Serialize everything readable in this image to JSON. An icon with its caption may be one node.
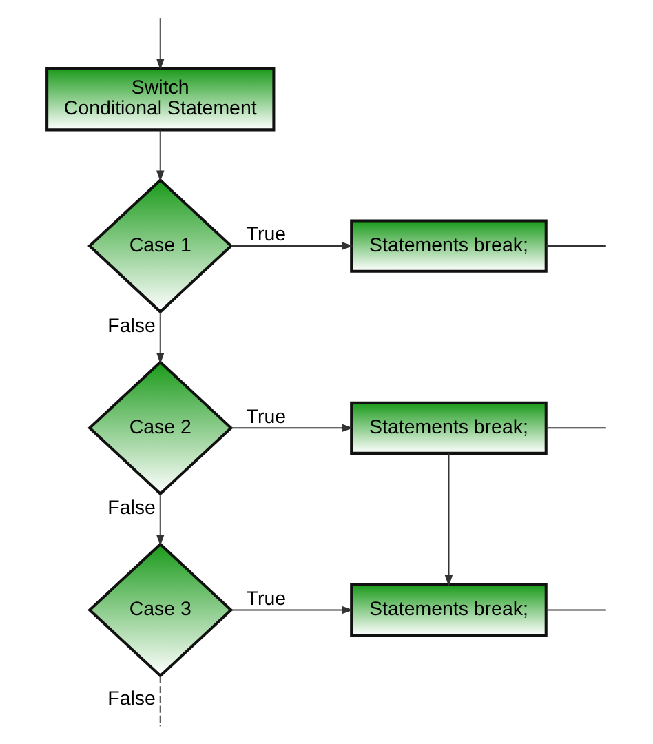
{
  "diagram": {
    "nodes": [
      {
        "text": [
          "Switch",
          "Conditional Statement"
        ]
      },
      {
        "text": [
          "Case 1"
        ]
      },
      {
        "text": [
          "Statements break;"
        ]
      },
      {
        "text": [
          "Case 2"
        ]
      },
      {
        "text": [
          "Statements break;"
        ]
      },
      {
        "text": [
          "Case 3"
        ]
      },
      {
        "text": [
          "Statements break;"
        ]
      }
    ],
    "edges": [
      {
        "from": null,
        "to": 0,
        "arrow": "to"
      },
      {
        "from": 0,
        "to": 1,
        "arrow": "to"
      },
      {
        "from": 1,
        "to": 2,
        "arrow": "to",
        "label": "True"
      },
      {
        "from": 1,
        "to": 3,
        "arrow": "to",
        "label": "False"
      },
      {
        "from": 3,
        "to": 4,
        "arrow": "to",
        "label": "True"
      },
      {
        "from": 3,
        "to": 5,
        "arrow": "to",
        "label": "False"
      },
      {
        "from": 4,
        "to": 6,
        "arrow": "to"
      },
      {
        "from": 5,
        "to": 6,
        "arrow": "to",
        "label": "True"
      },
      {
        "from": 5,
        "to": null,
        "arrow": "none",
        "label": "False",
        "style": "dashed"
      },
      {
        "from": 2,
        "to": null,
        "arrow": "none"
      },
      {
        "from": 4,
        "to": null,
        "arrow": "none"
      },
      {
        "from": 6,
        "to": null,
        "arrow": "none"
      }
    ]
  }
}
